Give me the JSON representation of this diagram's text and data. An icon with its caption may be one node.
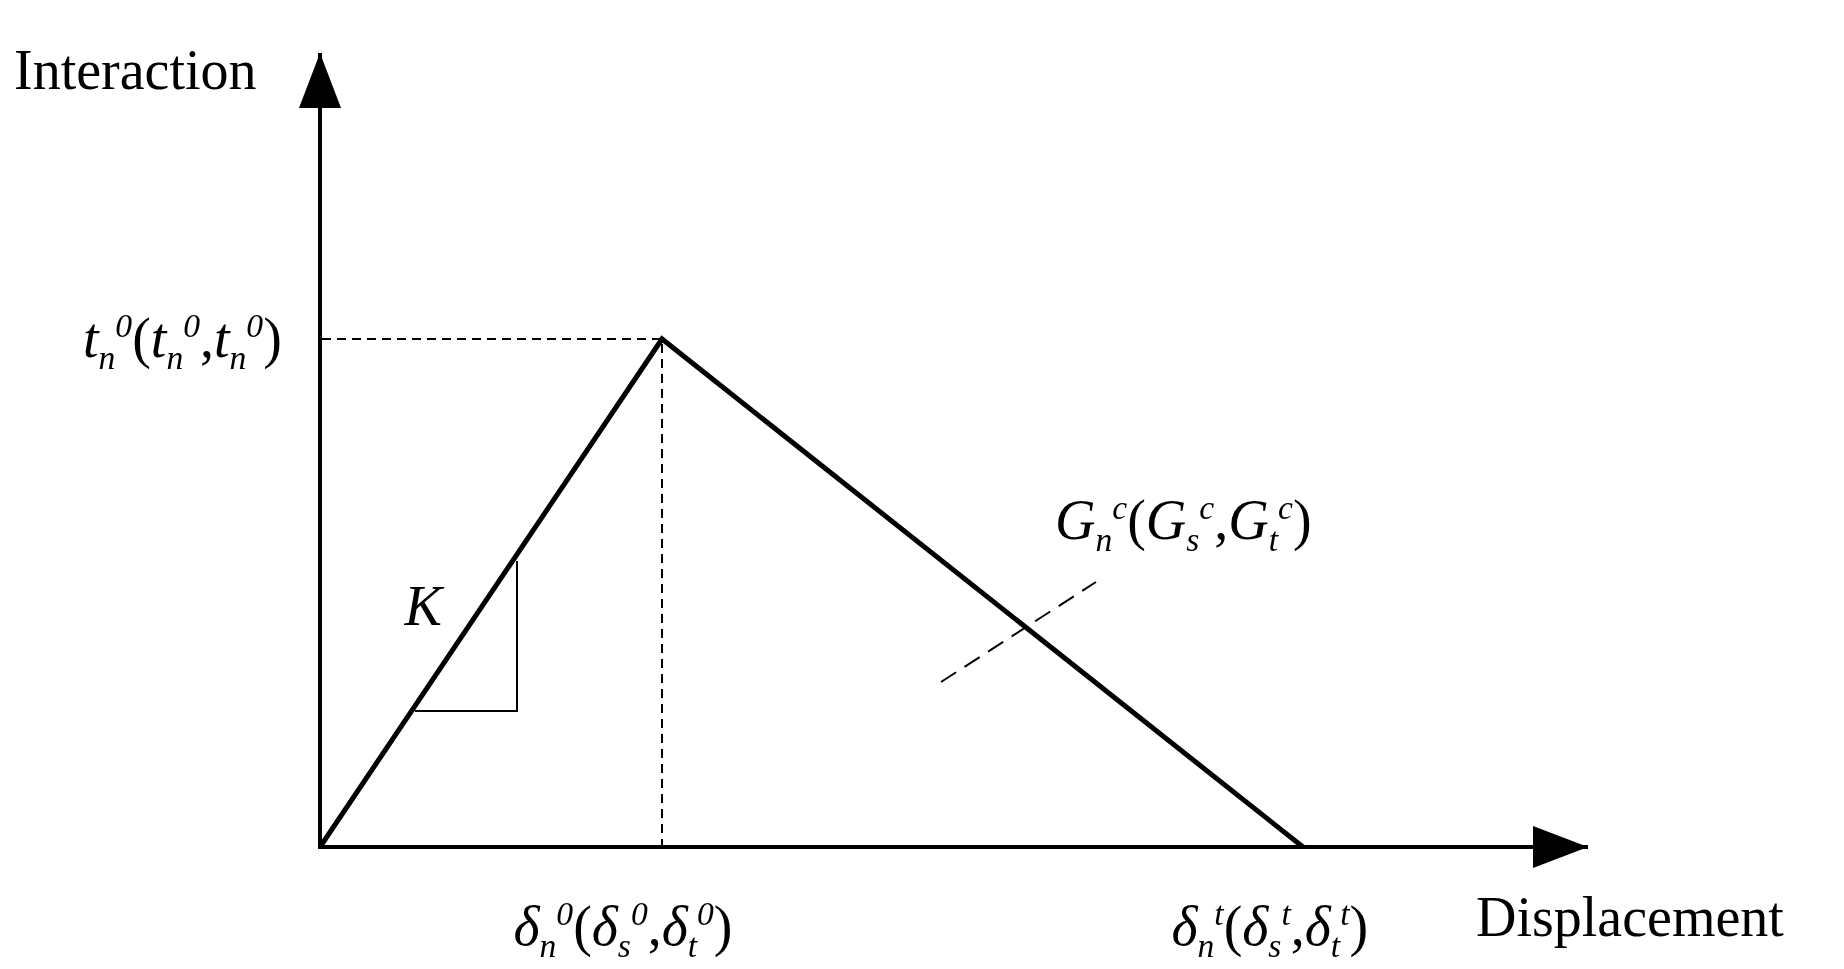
{
  "diagram": {
    "labels": [
      "Interaction",
      "*t*$_{n}$$^{0}$(*t*$_{n}$$^{0}$,*t*$_{n}$$^{0}$)",
      "*G*$_{n}$$^{c}$(*G*$_{s}$$^{c}$,*G*$_{t}$$^{c}$)",
      "*K*",
      "*δ*$_{n}$$^{0}$(*δ*$_{s}$$^{0}$,*δ*$_{t}$$^{0}$)",
      "*δ*$_{n}$$^{t}$(*δ*$_{s}$$^{t}$,*δ*$_{t}$$^{t}$)",
      "Displacement"
    ]
  }
}
